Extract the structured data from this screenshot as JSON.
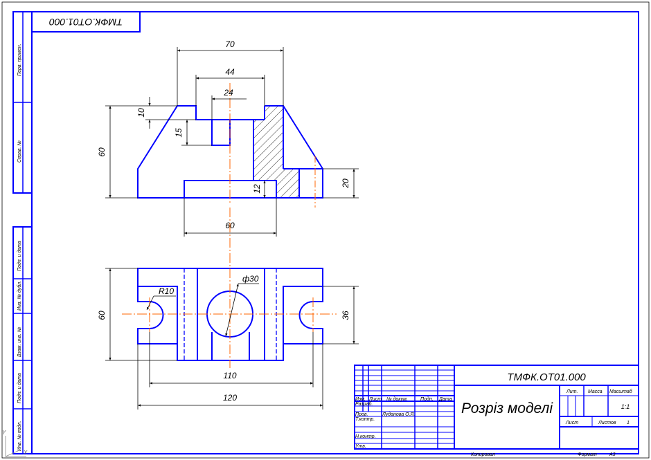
{
  "drawing": {
    "designation": "ТМФК.ОТ01.000",
    "title": "Розріз моделі",
    "scale": "1:1",
    "sheet_label": "Лист",
    "sheets_label": "Листов",
    "sheets_value": "1",
    "lit_label": "Лит.",
    "mass_label": "Масса",
    "scale_label": "Масштаб",
    "copied_label": "Копировал",
    "format_label": "Формат",
    "format_value": "A3"
  },
  "title_block": {
    "izm": "Изм.",
    "list": "Лист",
    "doc_no": "№ докум.",
    "sign": "Подп.",
    "date": "Дата",
    "razrab": "Разраб.",
    "razrab_name": "Луданова О.Я.",
    "prov": "Пров.",
    "tkontr": "Т.контр.",
    "nkontr": "Н.контр.",
    "utv": "Утв."
  },
  "side_strip": {
    "perv_primen": "Перв. примен.",
    "sprav_no": "Справ. №",
    "podp_data_1": "Подп. и дата",
    "inv_dubl": "Инв. № дубл.",
    "vzam_inv": "Взам. инв. №",
    "podp_data_2": "Подп. и дата",
    "inv_podl": "Инв. № подл."
  },
  "dimensions": {
    "d70": "70",
    "d44": "44",
    "d24": "24",
    "d10": "10",
    "d15": "15",
    "d60_front": "60",
    "d12": "12",
    "d20": "20",
    "d60_base": "60",
    "d60_top": "60",
    "r10": "R10",
    "phi30": "ф30",
    "d36": "36",
    "d110": "110",
    "d120": "120"
  },
  "axis": {
    "y": "Y",
    "x": "X"
  },
  "colors": {
    "outline": "#0000ff",
    "axis": "#ff6600",
    "dims": "#000000"
  }
}
